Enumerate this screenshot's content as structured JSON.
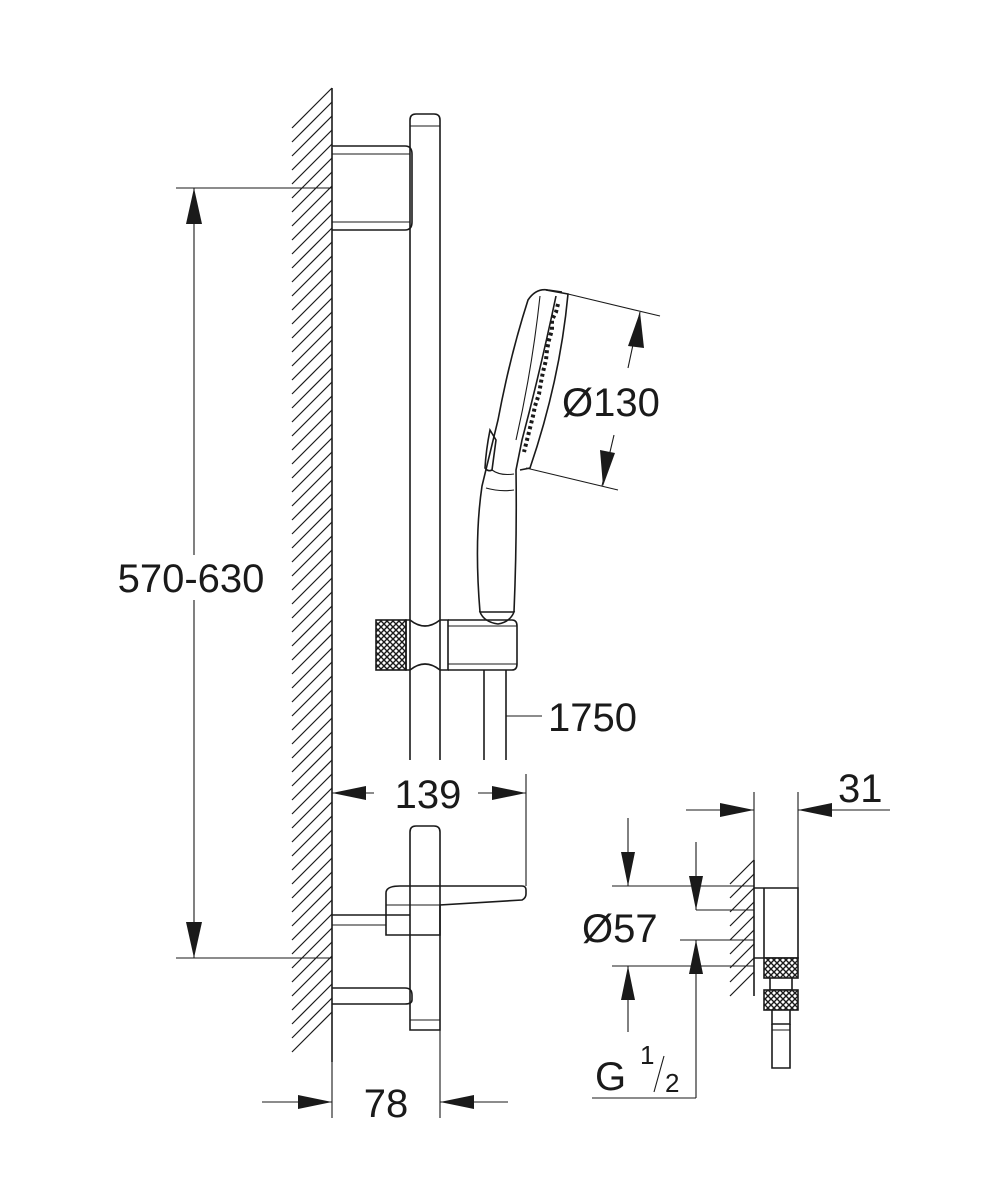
{
  "dimensions": {
    "height_range": "570-630",
    "head_diameter": "Ø130",
    "hose_length": "1750",
    "projection": "139",
    "rail_offset": "78",
    "outlet_depth": "31",
    "outlet_diameter": "Ø57",
    "thread_prefix": "G",
    "thread_numerator": "1",
    "thread_denominator": "2"
  }
}
